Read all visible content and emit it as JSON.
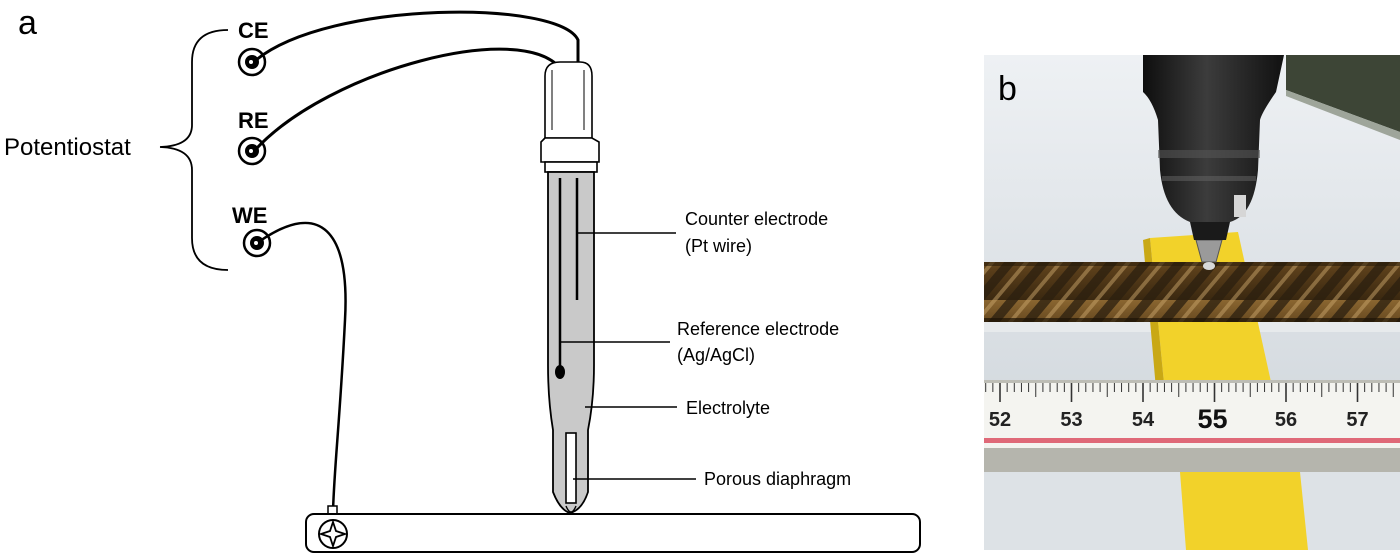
{
  "panel_a": {
    "label": "a",
    "potentiostat_label": "Potentiostat",
    "terminals": [
      {
        "id": "ce",
        "label": "CE"
      },
      {
        "id": "re",
        "label": "RE"
      },
      {
        "id": "we",
        "label": "WE"
      }
    ],
    "callouts": [
      {
        "id": "counter",
        "lines": [
          "Counter electrode",
          "(Pt wire)"
        ]
      },
      {
        "id": "reference",
        "lines": [
          "Reference electrode",
          "(Ag/AgCl)"
        ]
      },
      {
        "id": "electrolyte",
        "lines": [
          "Electrolyte"
        ]
      },
      {
        "id": "diaphragm",
        "lines": [
          "Porous diaphragm"
        ]
      }
    ]
  },
  "panel_b": {
    "label": "b",
    "ruler_ticks": [
      "52",
      "53",
      "54",
      "55",
      "56",
      "57"
    ],
    "ruler_highlight": "55"
  },
  "colors": {
    "electrode_fill": "#c9c9c9",
    "wire": "#000000",
    "rebar": "#6b4a22",
    "wood_stick": "#f2d22a",
    "ruler": "#f4f4f0",
    "photo_bg": "#d9dee3"
  }
}
